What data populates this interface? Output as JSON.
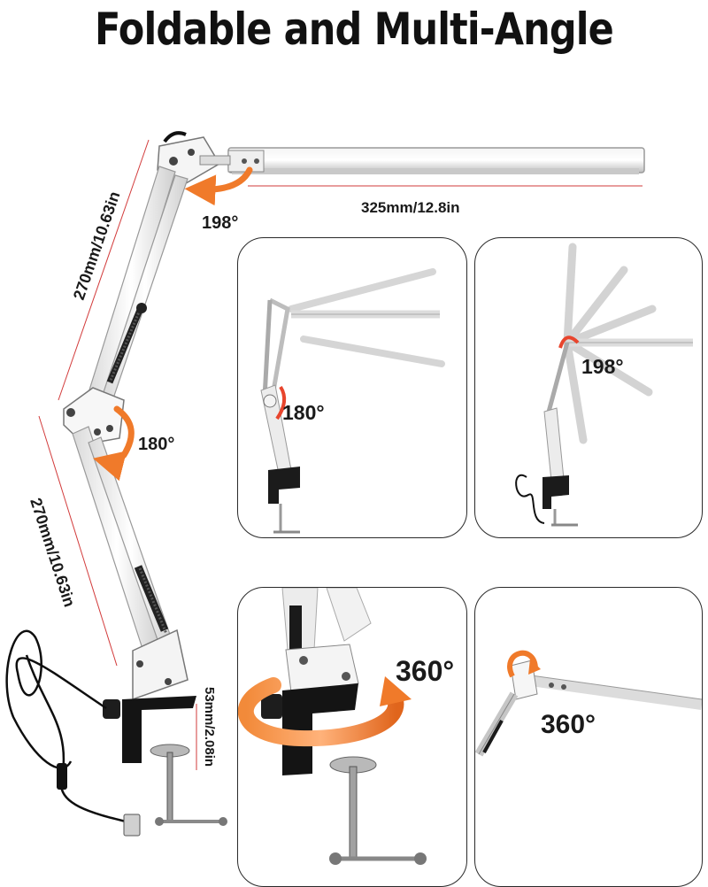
{
  "title": "Foldable and Multi-Angle",
  "main_lamp": {
    "head_length": "325mm/12.8in",
    "upper_arm_length": "270mm/10.63in",
    "lower_arm_length": "270mm/10.63in",
    "clamp_height": "53mm/2.08in",
    "head_angle": "198°",
    "elbow_angle": "180°"
  },
  "panels": {
    "top_left": {
      "angle": "180°"
    },
    "top_right": {
      "angle": "198°"
    },
    "bottom_left": {
      "angle": "360°"
    },
    "bottom_right": {
      "angle": "360°"
    }
  },
  "colors": {
    "accent": "#f07a2a",
    "dimension_line": "#d23b3b"
  }
}
